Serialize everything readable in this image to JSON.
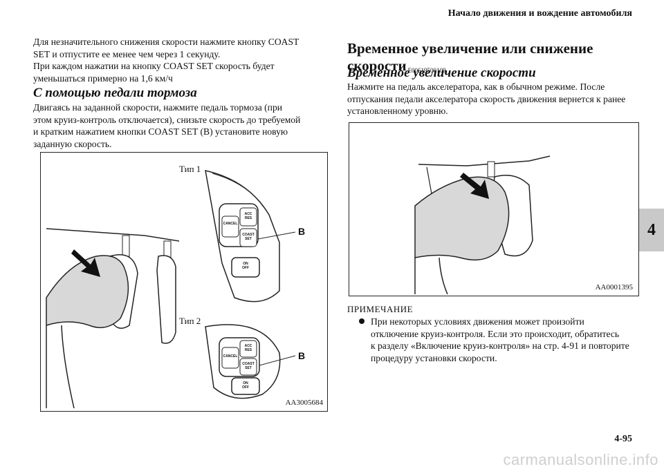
{
  "header": {
    "title": "Начало движения и вождение автомобиля"
  },
  "left": {
    "intro": [
      "Для незначительного снижения скорости нажмите кнопку COAST",
      "SET и отпустите ее менее чем через 1 секунду.",
      "При каждом нажатии на кнопку COAST SET скорость будет",
      "уменьшаться примерно на 1,6 км/ч"
    ],
    "brake_title": "С помощью педали тормоза",
    "brake_text": [
      "Двигаясь на заданной скорости, нажмите педаль тормоза (при",
      "этом круиз-контроль отключается), снизьте скорость до требуемой",
      "и кратким нажатием кнопки COAST SET (B) установите новую",
      "заданную скорость."
    ],
    "figure": {
      "type1": "Тип 1",
      "type2": "Тип 2",
      "code": "AA3005684",
      "callout": "B",
      "btn_cancel": "CANCEL",
      "btn_acc": [
        "ACC",
        "RES"
      ],
      "btn_coast": [
        "COAST",
        "SET"
      ],
      "btn_on": [
        "ON",
        "OFF"
      ]
    }
  },
  "right": {
    "title": "Временное увеличение или снижение скорости",
    "title_code": "E00619500109",
    "sub_title": "Временное увеличение скорости",
    "sub_text": [
      "Нажмите на педаль акселератора, как в обычном режиме. После",
      "отпускания педали акселератора скорость движения вернется к ранее",
      "установленному уровню."
    ],
    "figure_code": "AA0001395",
    "note_head": "ПРИМЕЧАНИЕ",
    "note_lines": [
      "При некоторых условиях движения может произойти",
      "отключение круиз-контроля. Если это происходит, обратитесь",
      "к разделу «Включение круиз-контроля» на стр. 4-91 и повторите",
      "процедуру установки скорости."
    ]
  },
  "chapter_tab": "4",
  "page_number": "4-95",
  "footer": "carmanualsonline.info"
}
